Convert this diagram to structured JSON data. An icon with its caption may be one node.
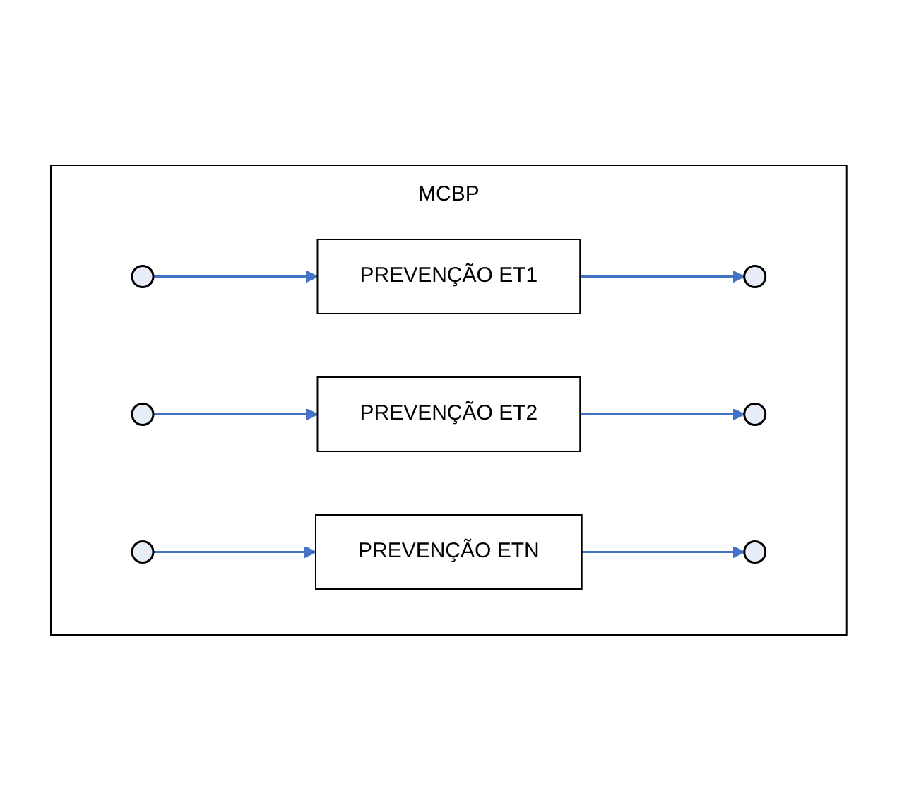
{
  "diagram": {
    "nodes": [
      {
        "text": [
          "MCBP"
        ]
      },
      {
        "text": [],
        "shape": "circle",
        "in": 0
      },
      {
        "text": [
          "PREVENÇÃO ET1"
        ],
        "in": 0
      },
      {
        "text": [],
        "shape": "circle",
        "in": 0
      },
      {
        "text": [],
        "shape": "circle",
        "in": 0
      },
      {
        "text": [
          "PREVENÇÃO ET2"
        ],
        "in": 0
      },
      {
        "text": [],
        "shape": "circle",
        "in": 0
      },
      {
        "text": [],
        "shape": "circle",
        "in": 0
      },
      {
        "text": [
          "PREVENÇÃO ETN"
        ],
        "in": 0
      },
      {
        "text": [],
        "shape": "circle",
        "in": 0
      }
    ],
    "edges": [
      {
        "from": 1,
        "to": 2,
        "arrow": "to"
      },
      {
        "from": 2,
        "to": 3,
        "arrow": "to"
      },
      {
        "from": 4,
        "to": 5,
        "arrow": "to"
      },
      {
        "from": 5,
        "to": 6,
        "arrow": "to"
      },
      {
        "from": 7,
        "to": 8,
        "arrow": "to"
      },
      {
        "from": 8,
        "to": 9,
        "arrow": "to"
      }
    ]
  }
}
